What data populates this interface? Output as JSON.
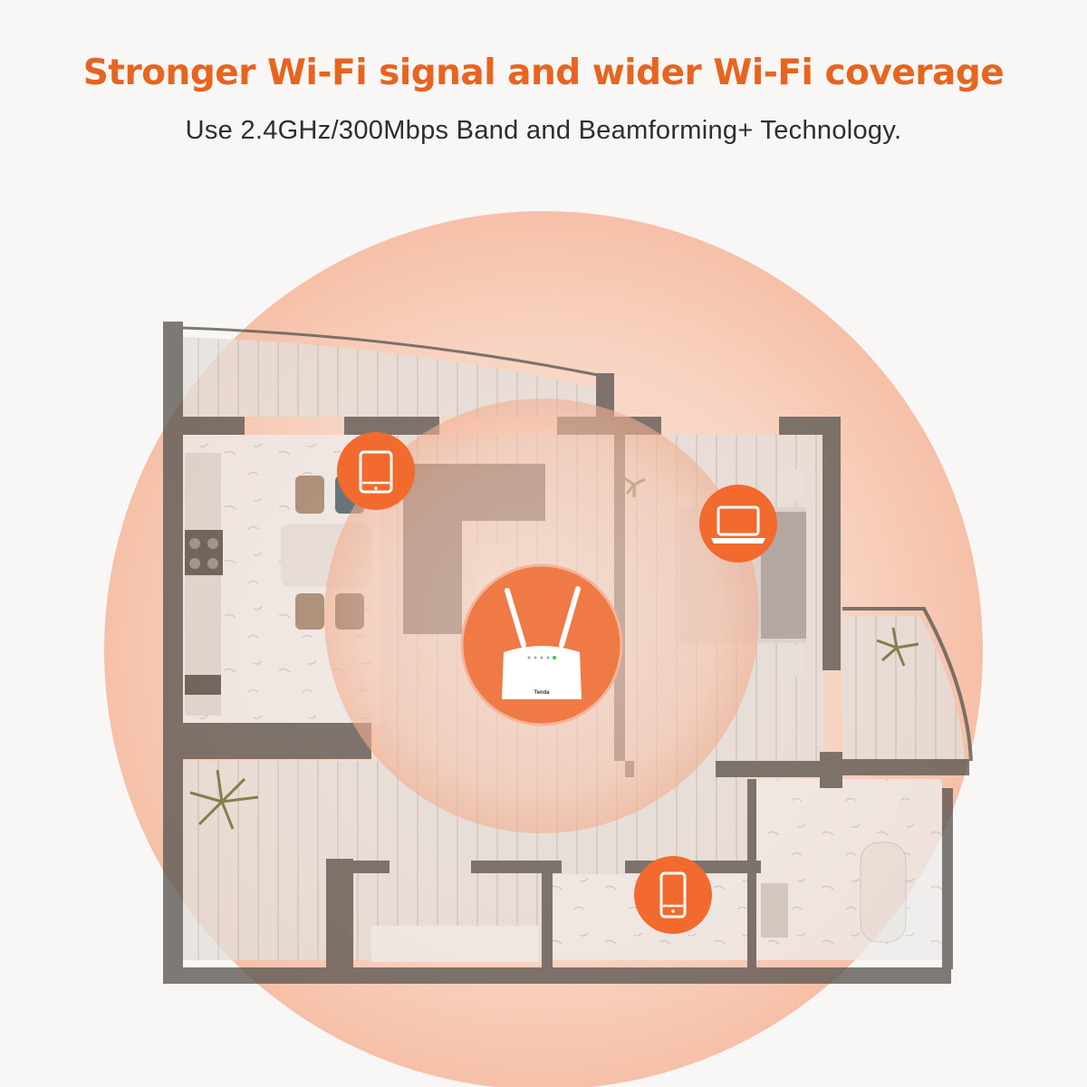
{
  "header": {
    "title": "Stronger Wi-Fi signal and wider Wi-Fi coverage",
    "subtitle": "Use 2.4GHz/300Mbps Band and Beamforming+ Technology."
  },
  "colors": {
    "accent": "#e8641f",
    "device_badge": "#f26a2e",
    "router_badge": "#ef7a45",
    "coverage": "#f7c4ad",
    "walls": "#5b5752"
  },
  "router": {
    "brand_logo": "Tenda"
  },
  "devices": [
    {
      "icon": "tablet-icon"
    },
    {
      "icon": "laptop-icon"
    },
    {
      "icon": "smartphone-icon"
    }
  ]
}
